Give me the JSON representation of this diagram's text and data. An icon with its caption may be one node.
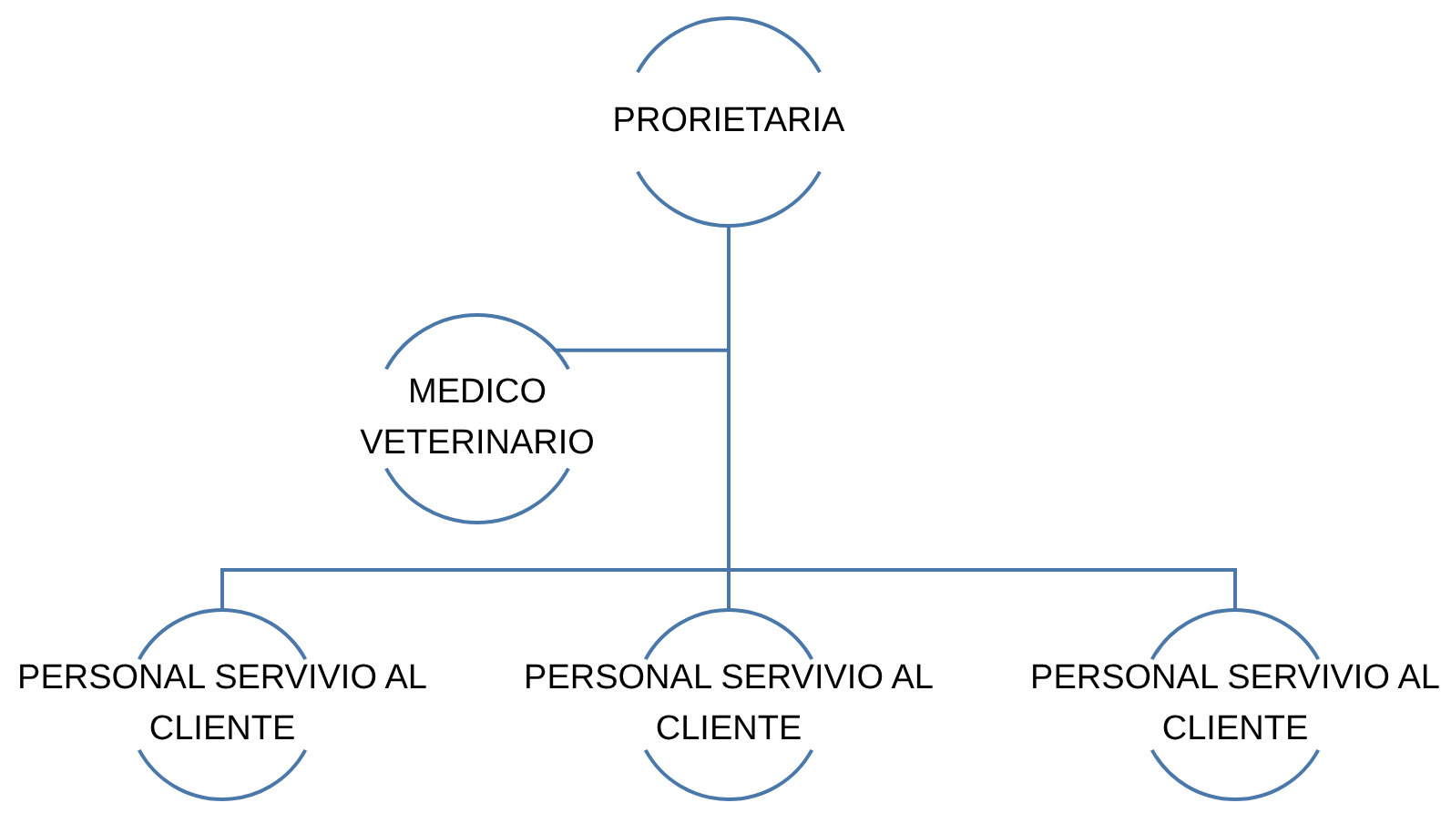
{
  "diagram": {
    "nodes": [
      {
        "text": [
          "PRORIETARIA"
        ]
      },
      {
        "text": [
          "MEDICO VETERINARIO"
        ]
      },
      {
        "text": [
          "PERSONAL SERVIVIO AL CLIENTE"
        ]
      },
      {
        "text": [
          "PERSONAL SERVIVIO AL CLIENTE"
        ]
      },
      {
        "text": [
          "PERSONAL SERVIVIO AL CLIENTE"
        ]
      }
    ],
    "edges": [
      {
        "from": 0,
        "to": 1,
        "arrow": "none"
      },
      {
        "from": 0,
        "to": 2,
        "arrow": "none"
      },
      {
        "from": 0,
        "to": 3,
        "arrow": "none"
      },
      {
        "from": 0,
        "to": 4,
        "arrow": "none"
      }
    ]
  }
}
